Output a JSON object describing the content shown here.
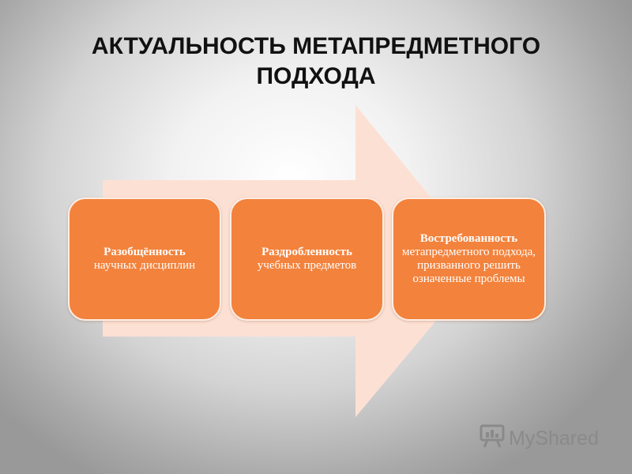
{
  "title": {
    "line1": "АКТУАЛЬНОСТЬ МЕТАПРЕДМЕТНОГО",
    "line2": "ПОДХОДА"
  },
  "cards": [
    {
      "head": "Разобщённость",
      "body": "научных  дисциплин"
    },
    {
      "head": "Раздробленность",
      "body": "учебных предметов"
    },
    {
      "head": "Востребованность",
      "body": "метапредметного подхода, призванного решить означенные проблемы"
    }
  ],
  "watermark": {
    "text": "MyShared",
    "icon": "presentation-board-icon"
  },
  "colors": {
    "card": "#f3823c",
    "arrow": "#fde0d4",
    "text": "#111111",
    "card_text": "#ffffff"
  }
}
